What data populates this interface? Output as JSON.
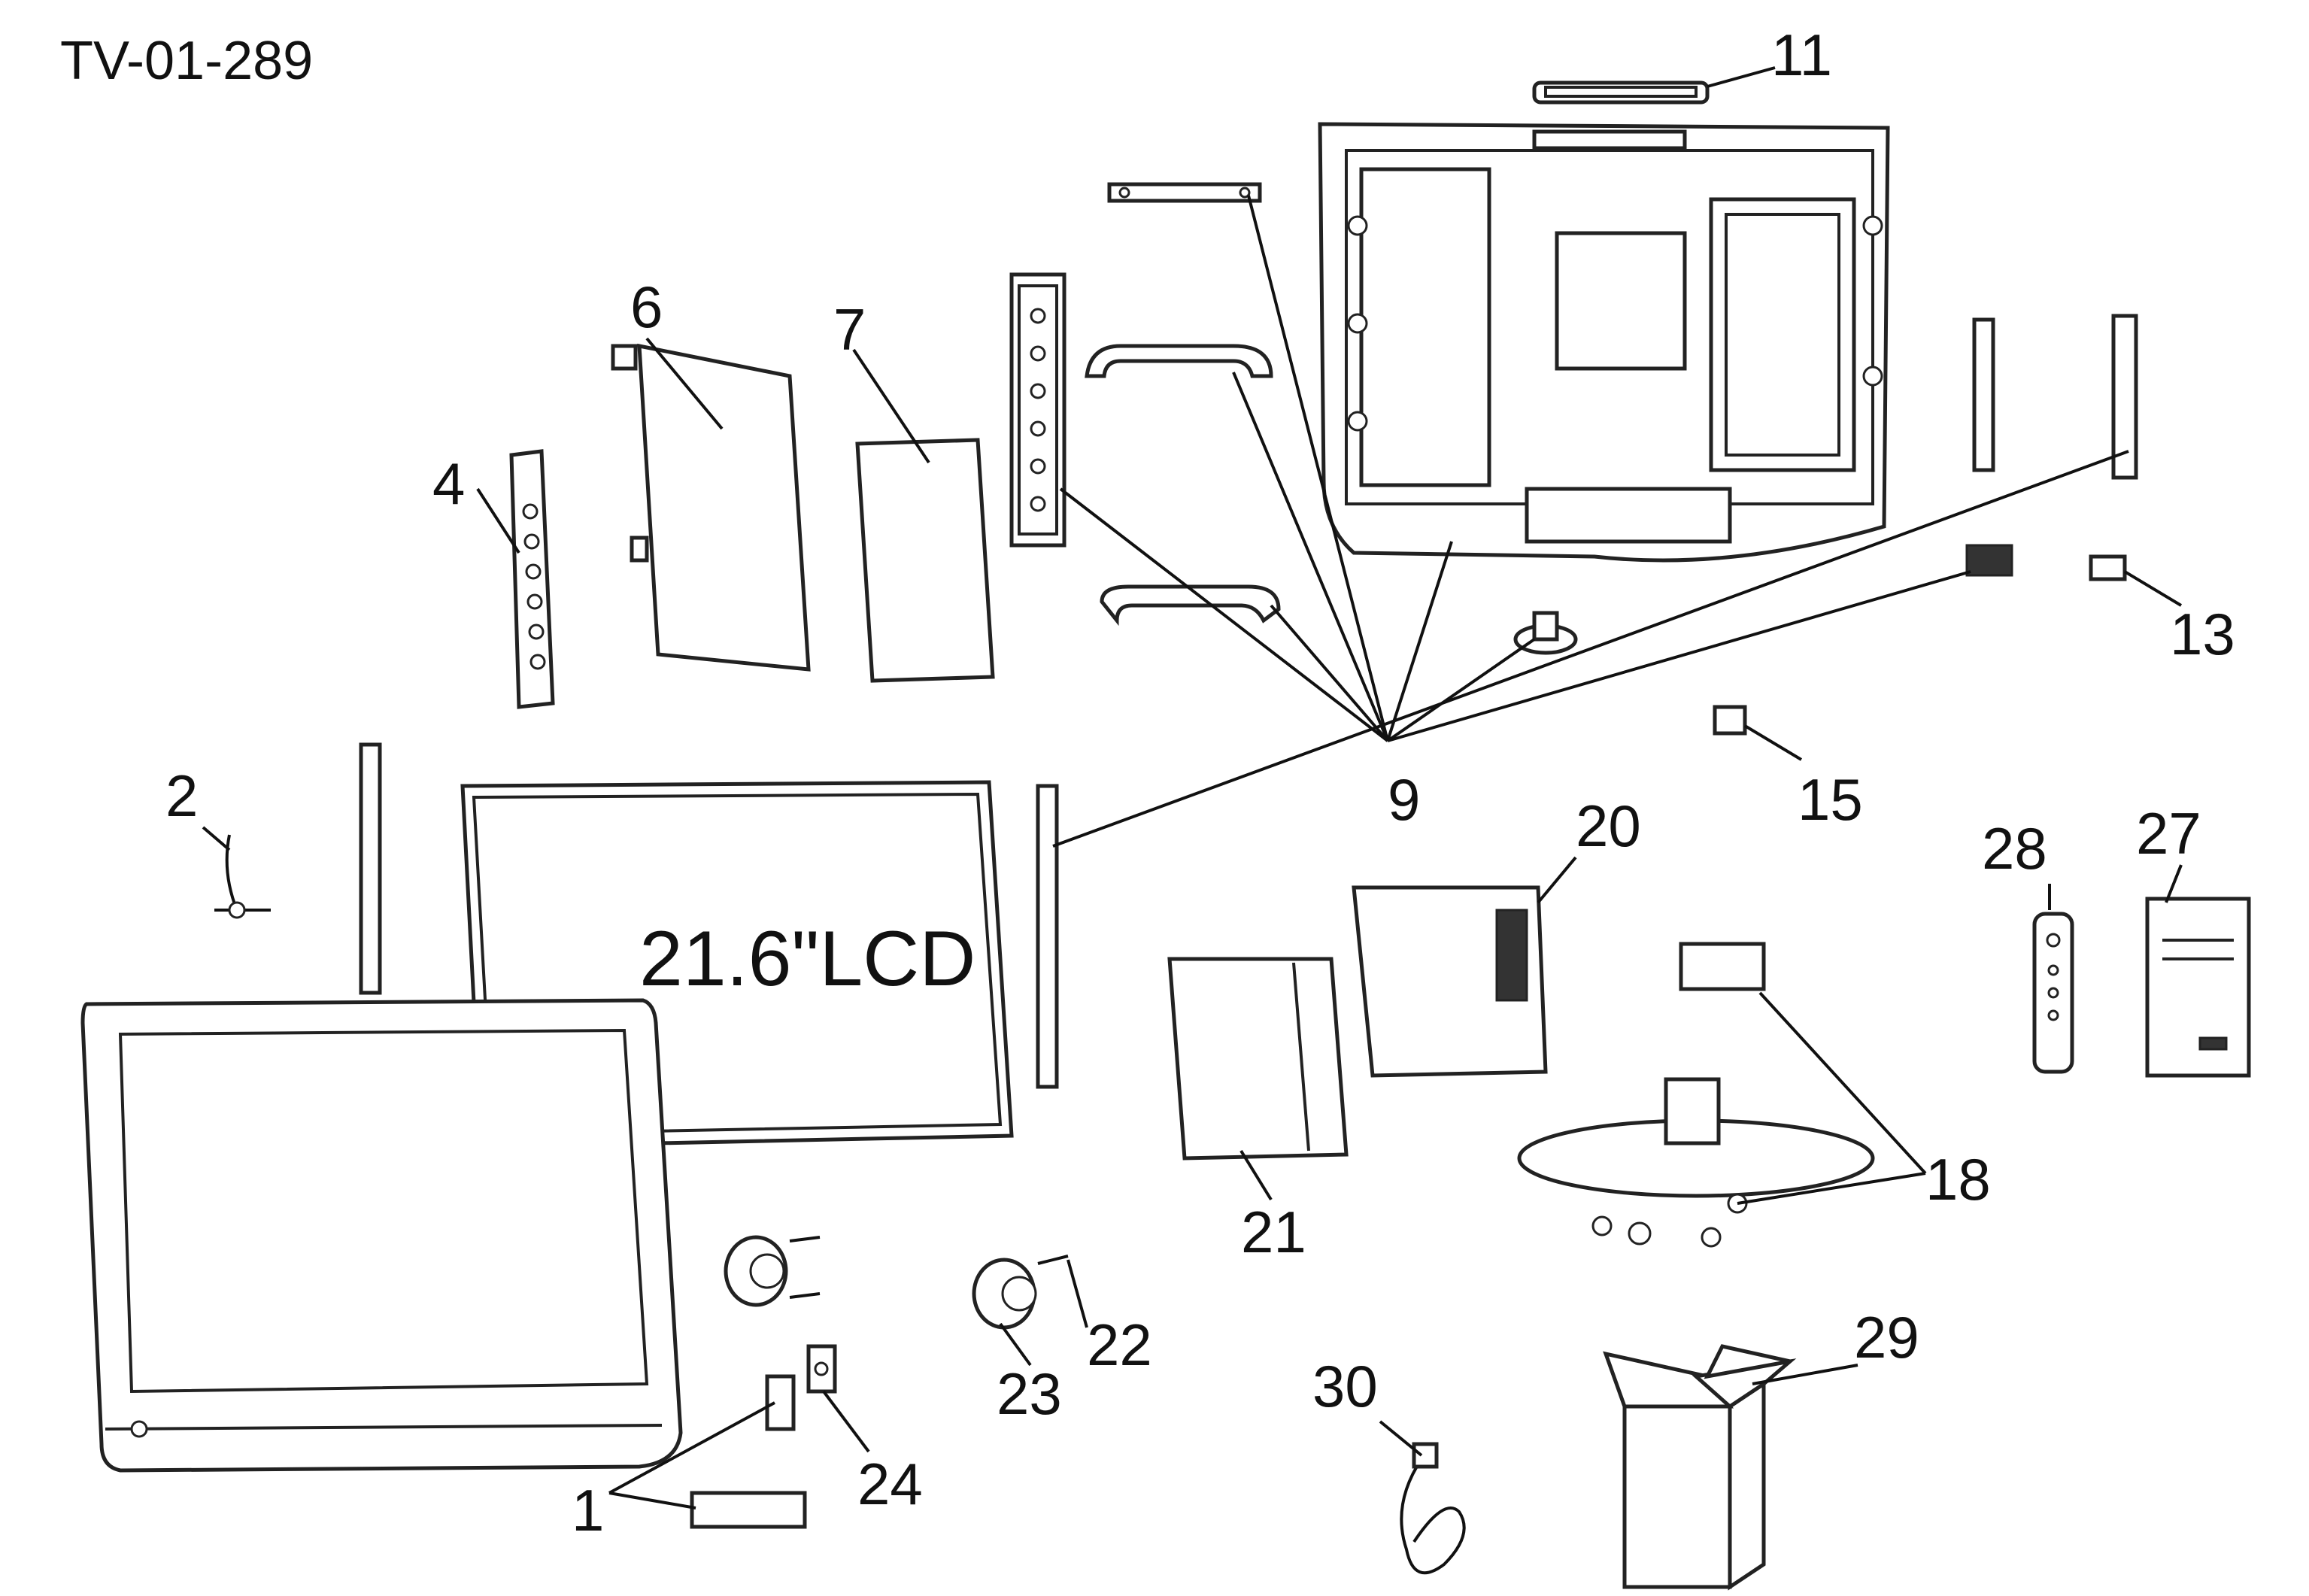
{
  "title": "TV-01-289",
  "panel_label": "21.6\"LCD",
  "part_numbers": [
    "1",
    "2",
    "4",
    "6",
    "7",
    "9",
    "11",
    "13",
    "15",
    "18",
    "20",
    "21",
    "22",
    "23",
    "24",
    "27",
    "28",
    "29",
    "30"
  ]
}
